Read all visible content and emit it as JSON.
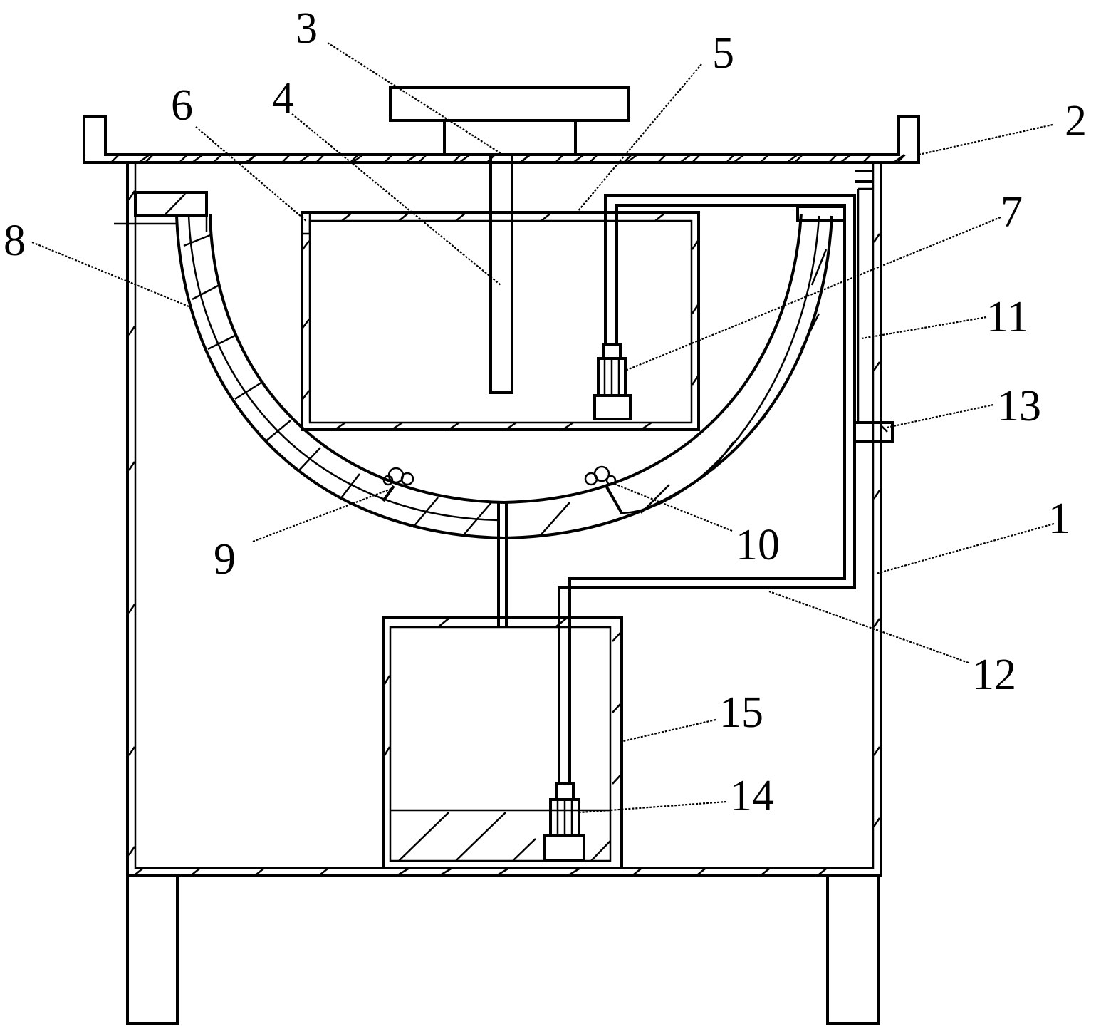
{
  "callouts": [
    {
      "id": "1",
      "text": "1"
    },
    {
      "id": "2",
      "text": "2"
    },
    {
      "id": "3",
      "text": "3"
    },
    {
      "id": "4",
      "text": "4"
    },
    {
      "id": "5",
      "text": "5"
    },
    {
      "id": "6",
      "text": "6"
    },
    {
      "id": "7",
      "text": "7"
    },
    {
      "id": "8",
      "text": "8"
    },
    {
      "id": "9",
      "text": "9"
    },
    {
      "id": "10",
      "text": "10"
    },
    {
      "id": "11",
      "text": "11"
    },
    {
      "id": "12",
      "text": "12"
    },
    {
      "id": "13",
      "text": "13"
    },
    {
      "id": "14",
      "text": "14"
    },
    {
      "id": "15",
      "text": "15"
    }
  ],
  "colors": {
    "line": "#000000",
    "background": "#ffffff"
  }
}
